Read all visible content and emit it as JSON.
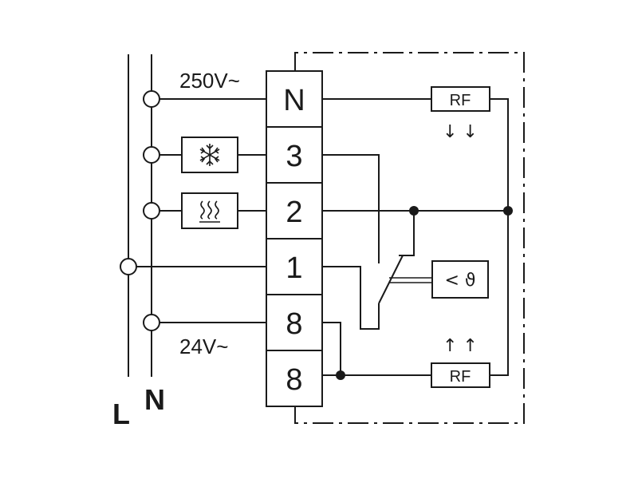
{
  "voltages": {
    "top": "250V~",
    "bottom": "24V~"
  },
  "bus": {
    "line": "L",
    "neutral": "N"
  },
  "terminals": [
    "N",
    "3",
    "2",
    "1",
    "8",
    "8"
  ],
  "rf_modules": {
    "upper": "RF",
    "lower": "RF"
  },
  "loads": {
    "cooling": "snowflake-icon",
    "heating": "heat-waves-icon"
  },
  "sensor": {
    "symbol": "< ϑ"
  },
  "arrows": {
    "upper": "↓ ↓",
    "lower": "↑ ↑"
  }
}
